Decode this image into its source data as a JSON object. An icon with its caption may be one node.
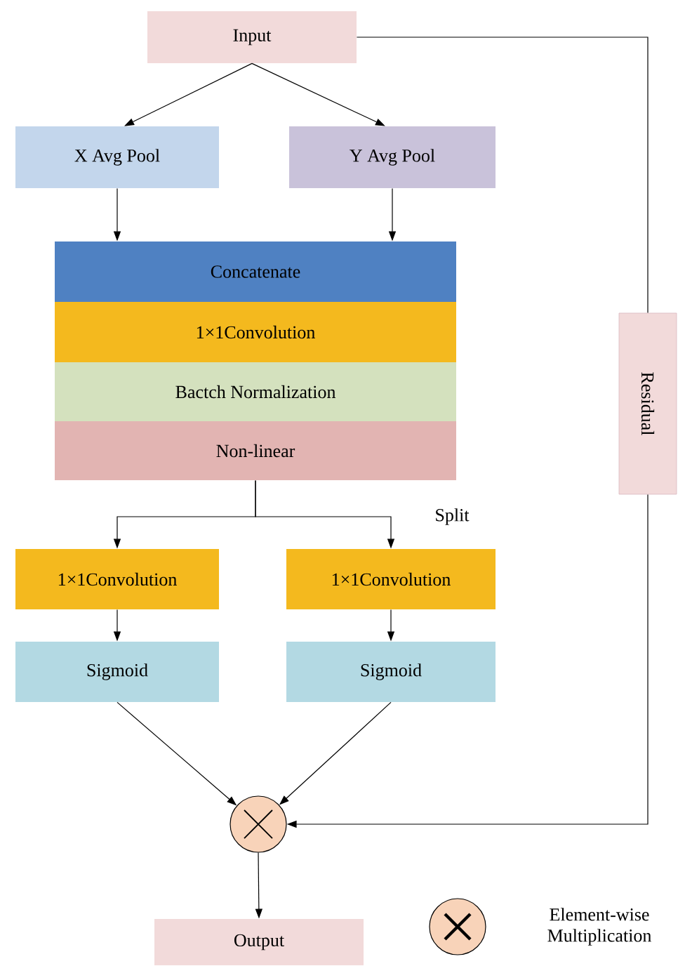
{
  "diagram": {
    "nodes": [
      {
        "text": [
          "Input"
        ]
      },
      {
        "text": [
          "X Avg Pool"
        ]
      },
      {
        "text": [
          "Y Avg Pool"
        ]
      },
      {
        "text": [
          "Concatenate"
        ]
      },
      {
        "text": [
          "1×1Convolution"
        ]
      },
      {
        "text": [
          "Bactch Normalization"
        ]
      },
      {
        "text": [
          "Non-linear"
        ]
      },
      {
        "text": [
          "Residual"
        ]
      },
      {
        "text": [
          "1×1Convolution"
        ]
      },
      {
        "text": [
          "1×1Convolution"
        ]
      },
      {
        "text": [
          "Sigmoid"
        ]
      },
      {
        "text": [
          "Sigmoid"
        ]
      },
      {
        "text": [],
        "shape": "circle"
      },
      {
        "text": [
          "Output"
        ]
      }
    ],
    "edges": [
      {
        "from": 0,
        "to": 1,
        "arrow": "to"
      },
      {
        "from": 0,
        "to": 2,
        "arrow": "to"
      },
      {
        "from": 1,
        "to": 3,
        "arrow": "to"
      },
      {
        "from": 2,
        "to": 3,
        "arrow": "to"
      },
      {
        "from": 6,
        "to": 8,
        "arrow": "to"
      },
      {
        "from": 6,
        "to": 9,
        "arrow": "to"
      },
      {
        "from": 8,
        "to": 10,
        "arrow": "to"
      },
      {
        "from": 9,
        "to": 11,
        "arrow": "to"
      },
      {
        "from": 10,
        "to": 12,
        "arrow": "to"
      },
      {
        "from": 11,
        "to": 12,
        "arrow": "to"
      },
      {
        "from": 0,
        "to": 7,
        "arrow": "none"
      },
      {
        "from": 7,
        "to": 12,
        "arrow": "to"
      },
      {
        "from": 12,
        "to": 13,
        "arrow": "to"
      }
    ],
    "labels": [
      "Split"
    ],
    "legend": [
      {
        "text": "Element-wise Multiplication"
      }
    ]
  }
}
